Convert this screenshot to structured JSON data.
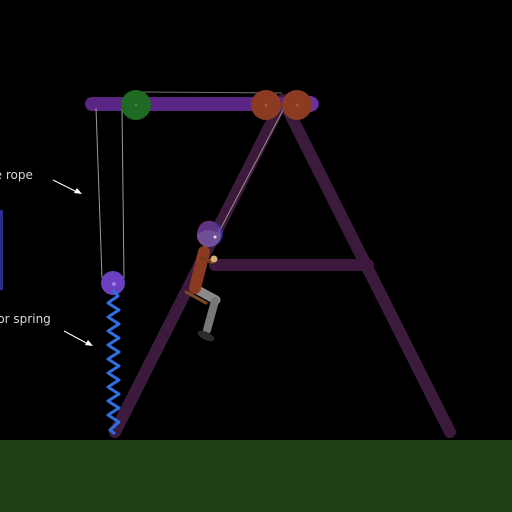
{
  "labels": {
    "rope": "re rope",
    "spring": "oor spring"
  },
  "colors": {
    "background": "#000000",
    "ground": "#1e4016",
    "frame_beam": "#5a2585",
    "frame_legs": "#3b1a3c",
    "crossbar": "#3d1a3d",
    "pulley_green": "#1f6a22",
    "pulley_brown": "#8a3b22",
    "spring": "#2f6fe0",
    "spring_anchor": "#6a3fc0",
    "rope": "#9a9a9a",
    "edge_marker": "#2c2c8a"
  },
  "scene": {
    "objects": [
      "top-beam",
      "a-frame-legs",
      "crossbar",
      "pulleys",
      "floor-spring",
      "rope",
      "climber-figure",
      "ground"
    ]
  }
}
